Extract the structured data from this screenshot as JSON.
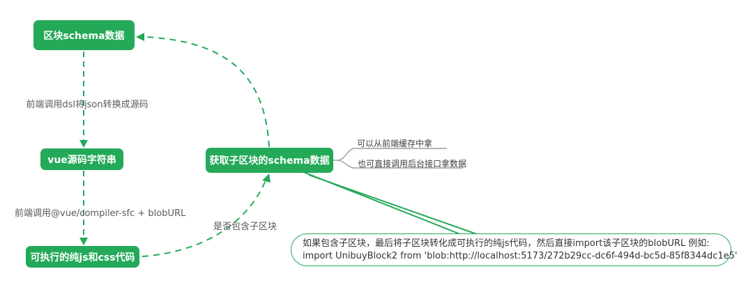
{
  "diagram": {
    "nodes": {
      "block_schema": {
        "label": "区块schema数据"
      },
      "vue_source": {
        "label": "vue源码字符串"
      },
      "executable_js": {
        "label": "可执行的纯js和css代码"
      },
      "child_schema": {
        "label": "获取子区块的schema数据"
      }
    },
    "edge_labels": {
      "dsl_convert": "前端调用dsl将json转换成源码",
      "compiler_sfc": "前端调用@vue/compiler-sfc + blobURL",
      "contains_child": "是否包含子区块"
    },
    "annotations": {
      "from_cache": "可以从前端缓存中拿",
      "from_api": "也可直接调用后台接口拿数据"
    },
    "callout": {
      "line1": "如果包含子区块，最后将子区块转化成可执行的纯js代码，然后直接import该子区块的blobURL 例如:",
      "line2": "import UnibuyBlock2 from 'blob:http://localhost:5173/272b29cc-dc6f-494d-bc5d-85f8344dc1e5'"
    },
    "colors": {
      "node_green": "#23a958",
      "edge_green": "#23a958",
      "label_gray": "#595959",
      "annotation_line_gray": "#9c9c9c",
      "annotation_text_dark": "#3d3d3d"
    }
  }
}
